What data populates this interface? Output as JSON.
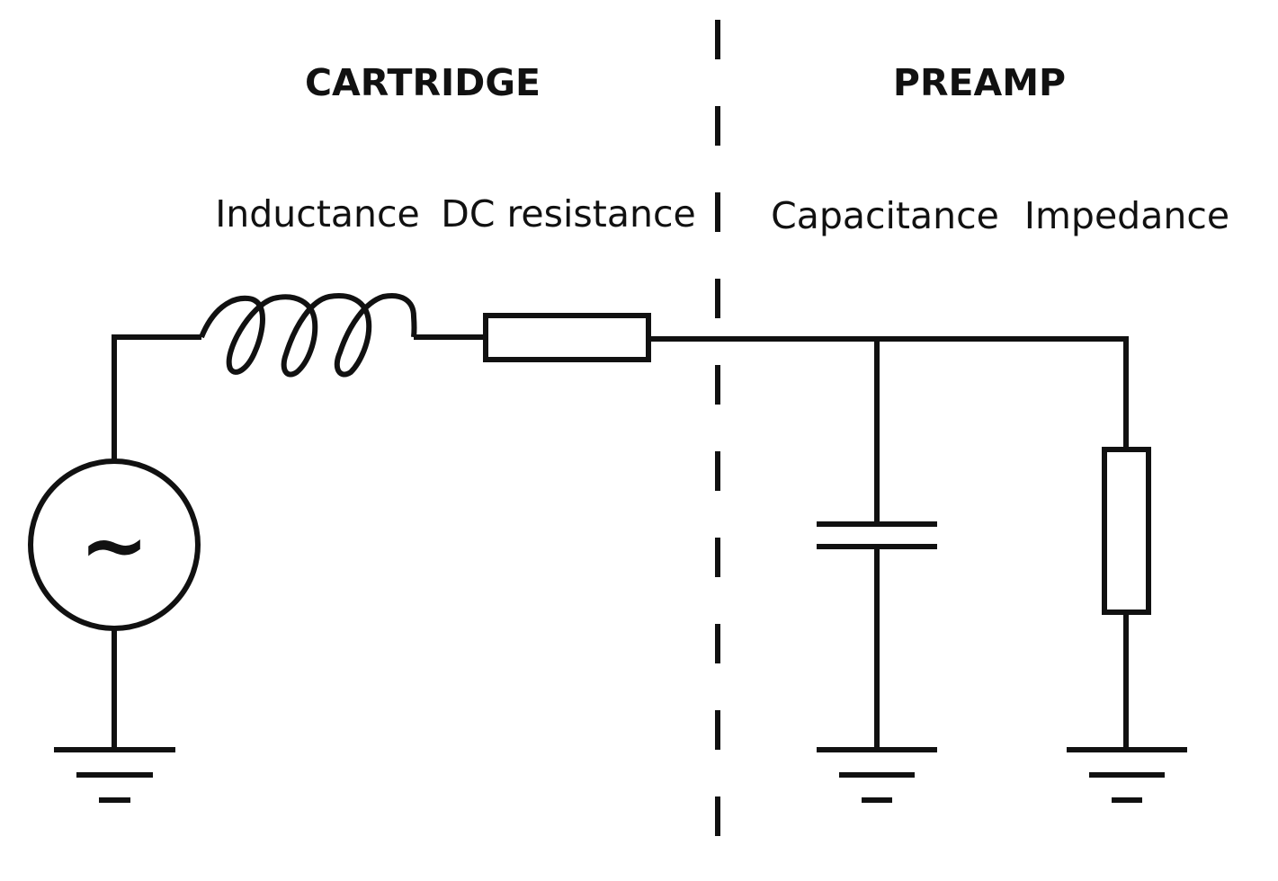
{
  "sections": {
    "cartridge": "CARTRIDGE",
    "preamp": "PREAMP"
  },
  "components": {
    "inductance": "Inductance",
    "dc_resistance": "DC resistance",
    "capacitance": "Capacitance",
    "impedance": "Impedance"
  },
  "source": {
    "symbol": "~"
  },
  "colors": {
    "ink": "#111111",
    "background": "#ffffff"
  }
}
